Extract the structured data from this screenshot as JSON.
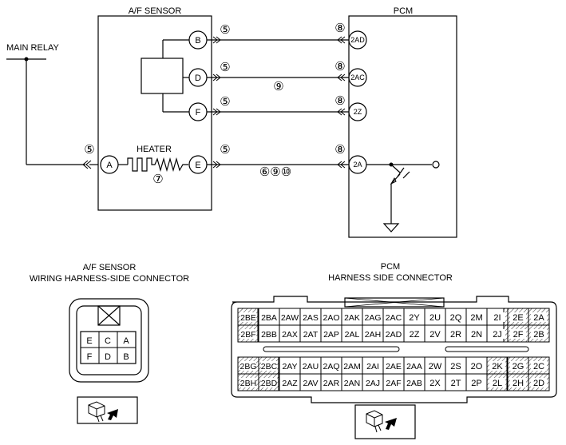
{
  "wiring": {
    "af_sensor_title": "A/F SENSOR",
    "pcm_title": "PCM",
    "main_relay": "MAIN RELAY",
    "heater": "HEATER",
    "sensor_pins": [
      "B",
      "D",
      "F",
      "A",
      "E"
    ],
    "pcm_pins": [
      "2AD",
      "2AC",
      "2Z",
      "2A"
    ],
    "circled": {
      "five": "⑤",
      "seven": "⑦",
      "eight": "⑧",
      "nine": "⑨",
      "six_nine_ten": "⑥⑨⑩"
    }
  },
  "af_connector": {
    "title_line1": "A/F SENSOR",
    "title_line2": "WIRING HARNESS-SIDE CONNECTOR",
    "pins": [
      [
        "E",
        "C",
        "A"
      ],
      [
        "F",
        "D",
        "B"
      ]
    ]
  },
  "pcm_connector": {
    "title_line1": "PCM",
    "title_line2": "HARNESS SIDE CONNECTOR",
    "upper_rows": [
      [
        "2BE",
        "2BA",
        "2AW",
        "2AS",
        "2AO",
        "2AK",
        "2AG",
        "2AC",
        "2Y",
        "2U",
        "2Q",
        "2M",
        "2I",
        "2E",
        "2A"
      ],
      [
        "2BF",
        "2BB",
        "2AX",
        "2AT",
        "2AP",
        "2AL",
        "2AH",
        "2AD",
        "2Z",
        "2V",
        "2R",
        "2N",
        "2J",
        "2F",
        "2B"
      ]
    ],
    "lower_rows": [
      [
        "2BG",
        "2BC",
        "2AY",
        "2AU",
        "2AQ",
        "2AM",
        "2AI",
        "2AE",
        "2AA",
        "2W",
        "2S",
        "2O",
        "2K",
        "2G",
        "2C"
      ],
      [
        "2BH",
        "2BD",
        "2AZ",
        "2AV",
        "2AR",
        "2AN",
        "2AJ",
        "2AF",
        "2AB",
        "2X",
        "2T",
        "2P",
        "2L",
        "2H",
        "2D"
      ]
    ]
  }
}
